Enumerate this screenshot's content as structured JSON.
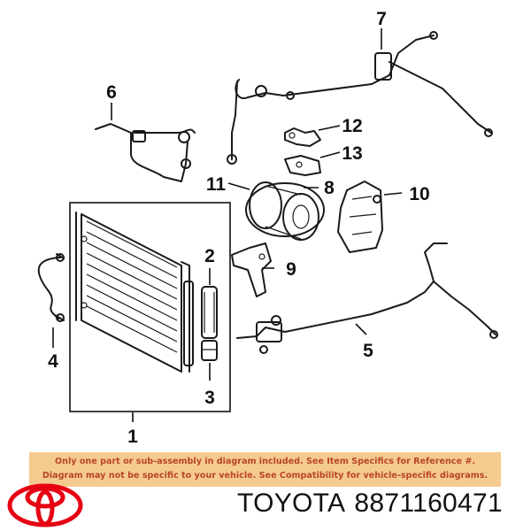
{
  "callouts": {
    "c1": "1",
    "c2": "2",
    "c3": "3",
    "c4": "4",
    "c5": "5",
    "c6": "6",
    "c7": "7",
    "c8": "8",
    "c9": "9",
    "c10": "10",
    "c11": "11",
    "c12": "12",
    "c13": "13"
  },
  "notice": {
    "line1": "Only one part or sub-assembly in diagram included. See Item Specifics for Reference #.",
    "line2": "Diagram may not be specific to your vehicle. See Compatibility for vehicle-specific diagrams."
  },
  "footer": {
    "brand": "TOYOTA",
    "part_number": "8871160471"
  },
  "colors": {
    "logo_red": "#e60012",
    "notice_bg": "#f5ca8e",
    "notice_text": "#b8442a"
  }
}
